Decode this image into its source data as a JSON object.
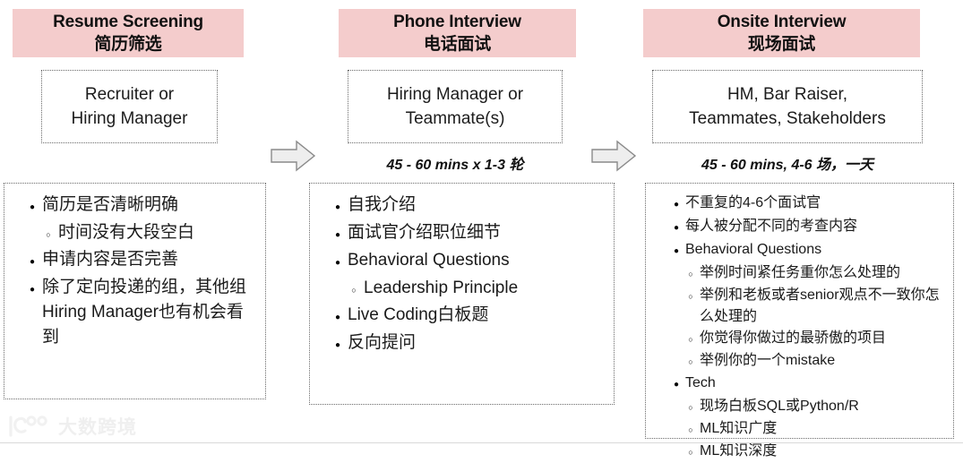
{
  "diagram": {
    "title": "Interview Process Flow",
    "accent_color": "#f4cccc",
    "arrow_fill": "#eeeeee",
    "arrow_stroke": "#8a8a8a"
  },
  "stages": [
    {
      "header_en": "Resume Screening",
      "header_cn": "简历筛选",
      "who": [
        "Recruiter or",
        "Hiring Manager"
      ],
      "duration": "",
      "bullets": [
        {
          "level": 1,
          "text": "简历是否清晰明确"
        },
        {
          "level": 2,
          "text": "时间没有大段空白"
        },
        {
          "level": 1,
          "text": "申请内容是否完善"
        },
        {
          "level": 1,
          "text": "除了定向投递的组，其他组Hiring Manager也有机会看到"
        }
      ]
    },
    {
      "header_en": "Phone Interview",
      "header_cn": "电话面试",
      "who": [
        "Hiring Manager or",
        "Teammate(s)"
      ],
      "duration": "45 - 60 mins x 1-3 轮",
      "bullets": [
        {
          "level": 1,
          "text": "自我介绍"
        },
        {
          "level": 1,
          "text": "面试官介绍职位细节"
        },
        {
          "level": 1,
          "text": "Behavioral Questions"
        },
        {
          "level": 2,
          "text": "Leadership Principle"
        },
        {
          "level": 1,
          "text": "Live Coding白板题"
        },
        {
          "level": 1,
          "text": "反向提问"
        }
      ]
    },
    {
      "header_en": "Onsite Interview",
      "header_cn": "现场面试",
      "who": [
        "HM, Bar Raiser,",
        "Teammates, Stakeholders"
      ],
      "duration": "45 - 60 mins, 4-6 场，一天",
      "bullets": [
        {
          "level": 1,
          "text": "不重复的4-6个面试官"
        },
        {
          "level": 1,
          "text": "每人被分配不同的考查内容"
        },
        {
          "level": 1,
          "text": "Behavioral Questions"
        },
        {
          "level": 2,
          "text": "举例时间紧任务重你怎么处理的"
        },
        {
          "level": 2,
          "text": "举例和老板或者senior观点不一致你怎么处理的"
        },
        {
          "level": 2,
          "text": "你觉得你做过的最骄傲的项目"
        },
        {
          "level": 2,
          "text": "举例你的一个mistake"
        },
        {
          "level": 1,
          "text": "Tech"
        },
        {
          "level": 2,
          "text": "现场白板SQL或Python/R"
        },
        {
          "level": 2,
          "text": "ML知识广度"
        },
        {
          "level": 2,
          "text": "ML知识深度"
        }
      ]
    }
  ],
  "arrows": [
    {
      "name": "arrow-stage1-to-stage2"
    },
    {
      "name": "arrow-stage2-to-stage3"
    }
  ],
  "watermark": {
    "text": "大数跨境"
  }
}
